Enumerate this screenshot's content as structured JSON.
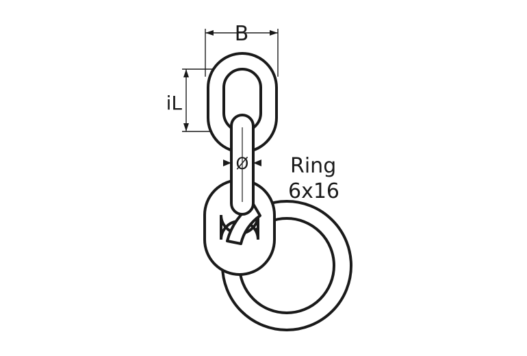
{
  "dimensions": {
    "width_label": "B",
    "inner_length_label": "iL",
    "diameter_symbol": "Ø"
  },
  "ring": {
    "line1": "Ring",
    "line2": "6x16"
  },
  "colors": {
    "stroke": "#1a1a1a",
    "fill": "#ffffff"
  }
}
